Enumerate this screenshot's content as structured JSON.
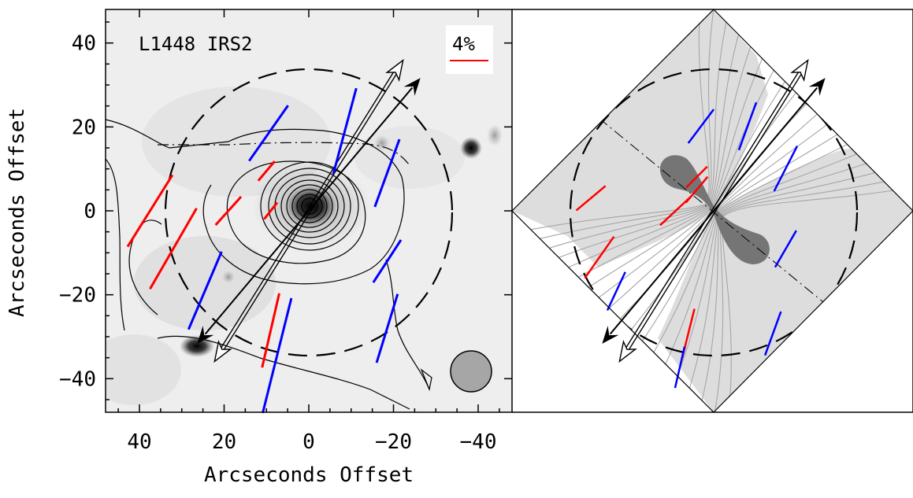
{
  "chart_data": [
    {
      "type": "scatter",
      "panel": "observed polarization map",
      "title": "L1448 IRS2",
      "xlabel": "Arcseconds Offset",
      "ylabel": "Arcseconds Offset",
      "xlim": [
        48,
        -48
      ],
      "ylim": [
        -48,
        48
      ],
      "x_ticks": [
        40,
        20,
        0,
        -20,
        -40
      ],
      "y_ticks": [
        40,
        20,
        0,
        -20,
        -40
      ],
      "x_tick_labels": [
        "40",
        "20",
        "0",
        "−20",
        "−40"
      ],
      "y_tick_labels": [
        "40",
        "20",
        "0",
        "−20",
        "−40"
      ],
      "scale_bar_label": "4%",
      "colors": {
        "red_vectors": "#ff0000",
        "blue_vectors": "#0000ff",
        "contours": "#000000"
      },
      "series": [
        {
          "color": "#ff0000",
          "segments": [
            {
              "x": 37.5,
              "y": 0,
              "angle": 58,
              "length": 20
            },
            {
              "x": 32,
              "y": -9,
              "angle": 60,
              "length": 22
            },
            {
              "x": 19,
              "y": 0,
              "angle": 48,
              "length": 9
            },
            {
              "x": 10,
              "y": 9.5,
              "angle": 50,
              "length": 6
            },
            {
              "x": 9,
              "y": 0,
              "angle": 52,
              "length": 5
            },
            {
              "x": 9,
              "y": -28.5,
              "angle": 77,
              "length": 18
            }
          ]
        },
        {
          "color": "#0000ff",
          "segments": [
            {
              "x": 9.5,
              "y": 18.5,
              "angle": 55,
              "length": 16
            },
            {
              "x": 24.5,
              "y": -19,
              "angle": 67,
              "length": 20
            },
            {
              "x": -8.5,
              "y": 19,
              "angle": 75,
              "length": 21
            },
            {
              "x": -18.5,
              "y": 9,
              "angle": 70,
              "length": 17
            },
            {
              "x": -18.5,
              "y": -12,
              "angle": 57,
              "length": 12
            },
            {
              "x": -18.5,
              "y": -28,
              "angle": 73,
              "length": 17
            },
            {
              "x": 7.5,
              "y": -34.5,
              "angle": 76,
              "length": 28
            }
          ]
        }
      ],
      "arrows": [
        {
          "style": "open double-line",
          "angle": 58,
          "extent": 42
        },
        {
          "style": "filled",
          "angle": 50,
          "extent": 41
        }
      ],
      "circle_radius": 34,
      "beam_position": "bottom-right"
    },
    {
      "type": "scatter",
      "panel": "model field lines with predicted polarization",
      "colors": {
        "field_lines": "#a6a6a6",
        "shade": "#dddddd",
        "core": "#757575"
      },
      "series": [
        {
          "color": "#ff0000",
          "segments": [
            {
              "x": 29,
              "y": 3,
              "angle": 40,
              "length": 9
            },
            {
              "x": 27,
              "y": -11,
              "angle": 55,
              "length": 12
            },
            {
              "x": 9,
              "y": 0,
              "angle": 43,
              "length": 10
            },
            {
              "x": 4,
              "y": 5,
              "angle": 50,
              "length": 8
            },
            {
              "x": 4,
              "y": 8,
              "angle": 45,
              "length": 7
            },
            {
              "x": 6,
              "y": -29,
              "angle": 76,
              "length": 12
            }
          ]
        },
        {
          "color": "#0000ff",
          "segments": [
            {
              "x": 3,
              "y": 20,
              "angle": 53,
              "length": 10
            },
            {
              "x": -8,
              "y": 20,
              "angle": 70,
              "length": 12
            },
            {
              "x": -17,
              "y": 10,
              "angle": 63,
              "length": 12
            },
            {
              "x": -17,
              "y": -9,
              "angle": 60,
              "length": 10
            },
            {
              "x": 23,
              "y": -19,
              "angle": 65,
              "length": 10
            },
            {
              "x": -14,
              "y": -29,
              "angle": 70,
              "length": 11
            },
            {
              "x": 8,
              "y": -37,
              "angle": 77,
              "length": 10
            }
          ]
        }
      ]
    }
  ]
}
